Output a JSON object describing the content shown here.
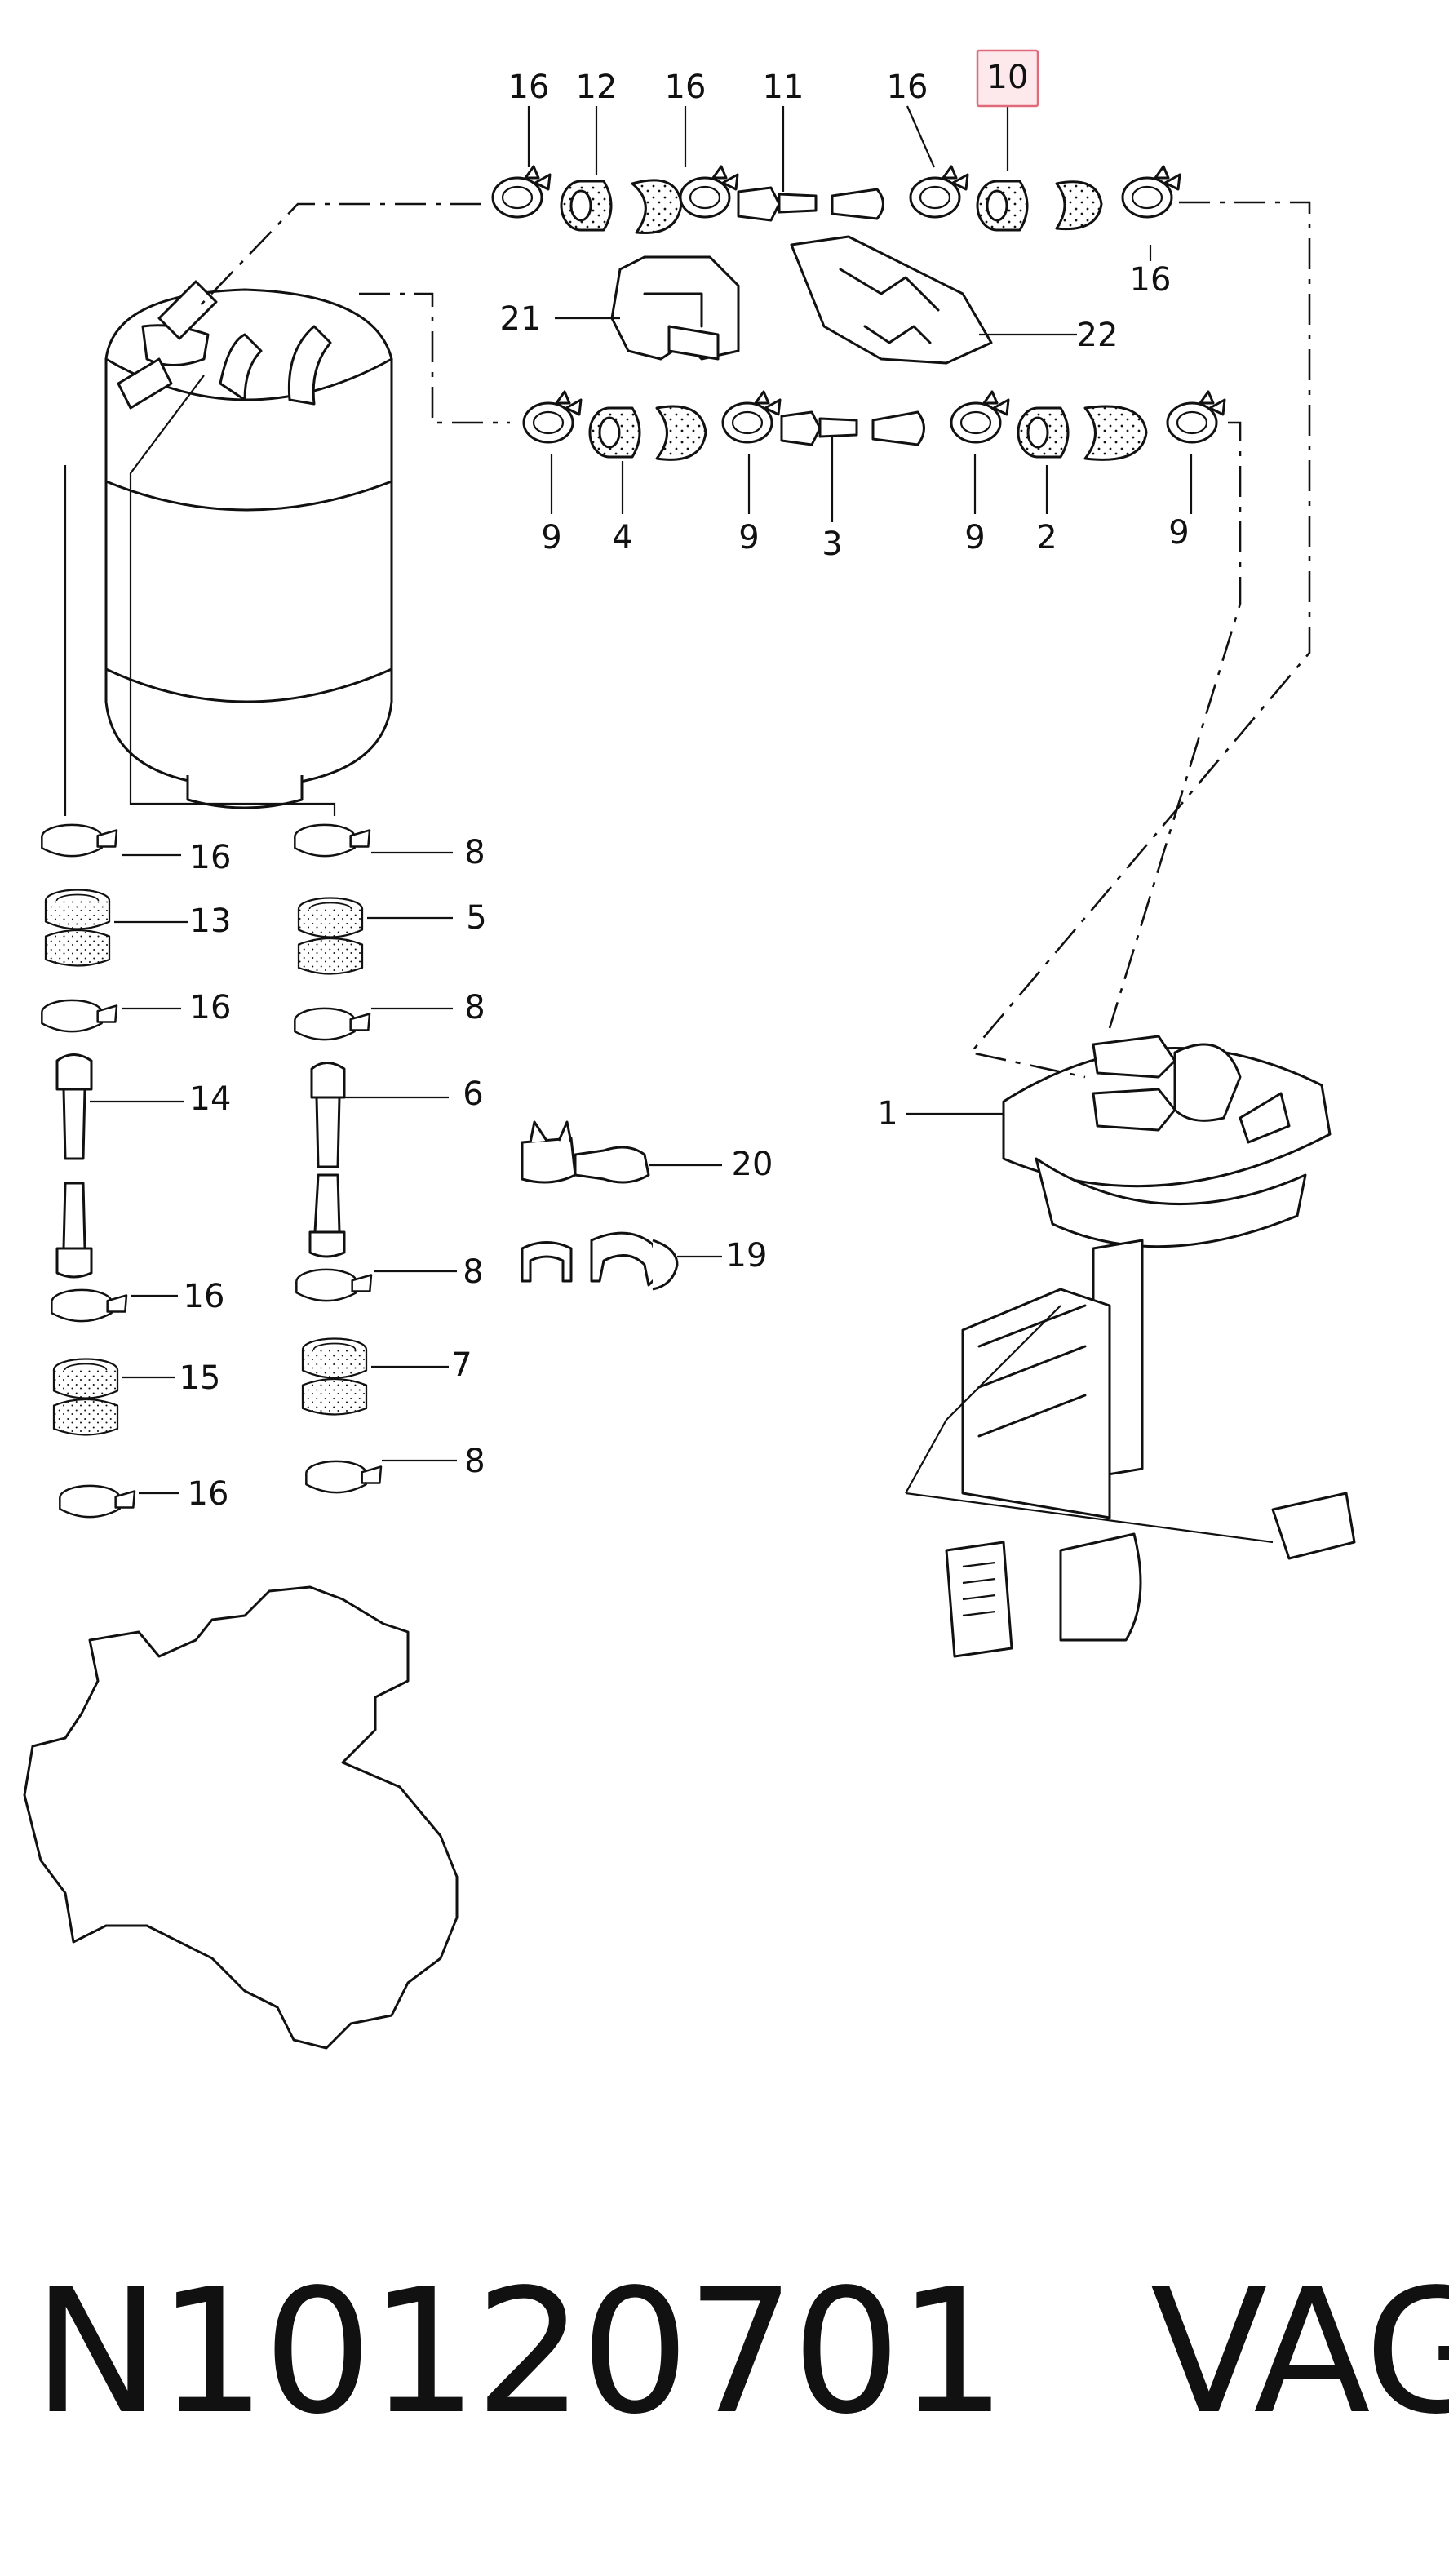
{
  "callouts": {
    "c1": "1",
    "c2": "2",
    "c3": "3",
    "c4": "4",
    "c5": "5",
    "c6": "6",
    "c7": "7",
    "c8": "8",
    "c9": "9",
    "c10": "10",
    "c11": "11",
    "c12": "12",
    "c13": "13",
    "c14": "14",
    "c15": "15",
    "c16": "16",
    "c19": "19",
    "c20": "20",
    "c21": "21",
    "c22": "22"
  },
  "highlighted_callout": "10",
  "footer": {
    "part_number": "N10120701",
    "brand": "VAG"
  },
  "colors": {
    "line": "#111111",
    "highlight_fill": "#fde8ec",
    "highlight_stroke": "#e06a7a"
  }
}
